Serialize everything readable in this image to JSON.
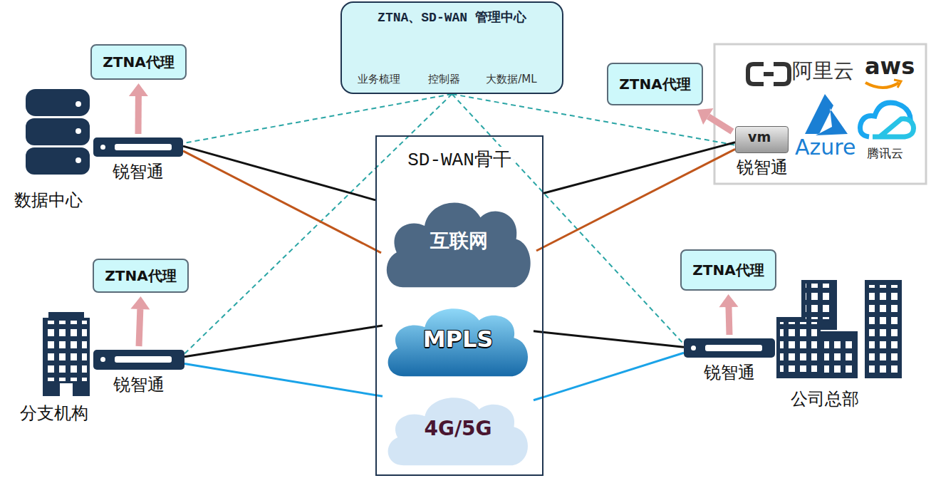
{
  "diagram": {
    "nodes": [
      {
        "text": [
          "ZTNA、SD-WAN 管理中心"
        ]
      },
      {
        "text": [
          "业务梳理"
        ],
        "in": 0
      },
      {
        "text": [
          "控制器"
        ],
        "in": 0
      },
      {
        "text": [
          "大数据/ML"
        ],
        "in": 0
      },
      {
        "text": [
          "ZTNA代理"
        ]
      },
      {
        "text": [
          "锐智通"
        ]
      },
      {
        "text": [
          "ZTNA代理"
        ]
      },
      {
        "text": [
          "锐智通"
        ]
      },
      {
        "text": [
          "SD-WAN骨干"
        ]
      },
      {
        "text": [
          "互联网"
        ],
        "in": 8
      },
      {
        "text": [
          "MPLS"
        ],
        "in": 8
      },
      {
        "text": [
          "4G/5G"
        ],
        "in": 8
      },
      {
        "text": [
          "ZTNA代理"
        ]
      },
      {
        "text": [
          "锐智通"
        ]
      },
      {
        "text": [
          "ZTNA代理"
        ]
      },
      {
        "text": [
          "锐智通"
        ]
      }
    ],
    "edges": [
      {
        "from": 5,
        "to": 4,
        "arrow": "to"
      },
      {
        "from": 7,
        "to": 6,
        "arrow": "to"
      },
      {
        "from": 13,
        "to": 12,
        "arrow": "to"
      },
      {
        "from": 15,
        "to": 14,
        "arrow": "to"
      },
      {
        "from": 0,
        "to": 5,
        "arrow": "none"
      },
      {
        "from": 0,
        "to": 7,
        "arrow": "none"
      },
      {
        "from": 0,
        "to": 13,
        "arrow": "none"
      },
      {
        "from": 0,
        "to": 15,
        "arrow": "none"
      },
      {
        "from": 5,
        "to": 8,
        "arrow": "none"
      },
      {
        "from": 5,
        "to": 9,
        "arrow": "none"
      },
      {
        "from": 7,
        "to": 8,
        "arrow": "none"
      },
      {
        "from": 7,
        "to": 9,
        "arrow": "none"
      },
      {
        "from": 13,
        "to": 10,
        "arrow": "none"
      },
      {
        "from": 13,
        "to": 11,
        "arrow": "none"
      },
      {
        "from": 15,
        "to": 10,
        "arrow": "none"
      },
      {
        "from": 15,
        "to": 11,
        "arrow": "none"
      }
    ],
    "labels": [
      "数据中心",
      "分支机构",
      "公司总部",
      "阿里云",
      "aws",
      "Azure",
      "腾讯云",
      "vm"
    ]
  }
}
